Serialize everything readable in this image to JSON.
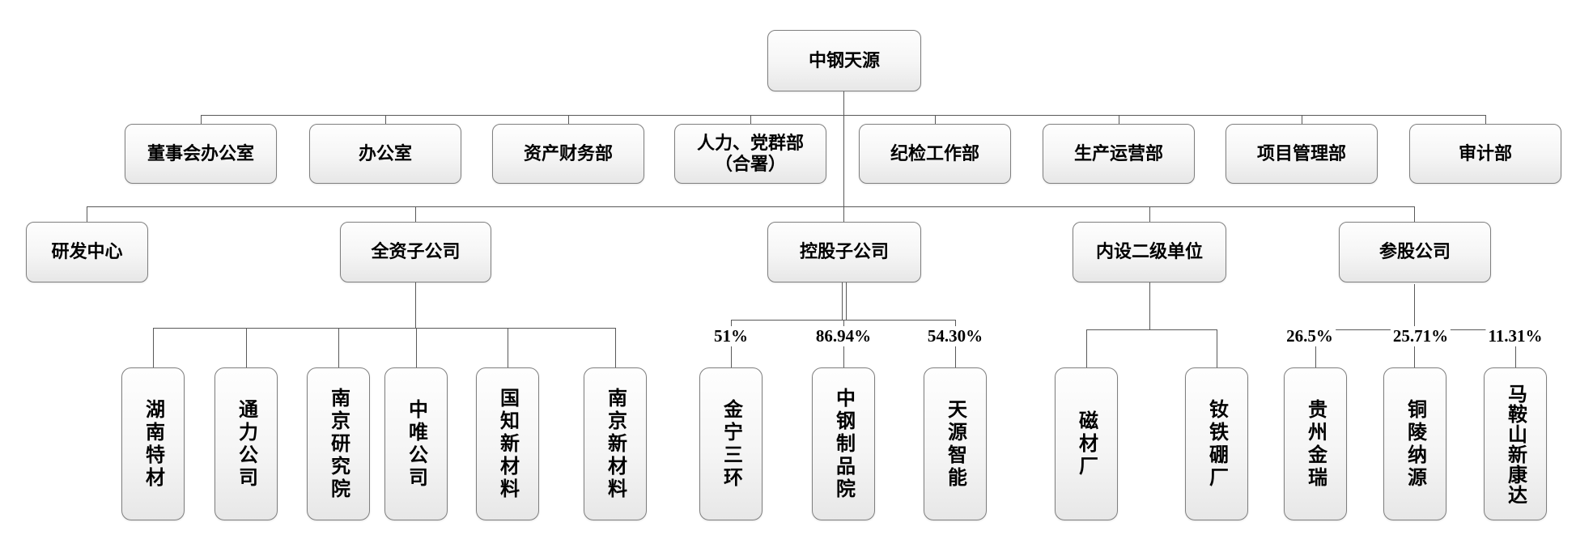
{
  "org": {
    "root": "中钢天源",
    "departments": [
      "董事会办公室",
      "办公室",
      "资产财务部",
      "人力、党群部\n（合署）",
      "纪检工作部",
      "生产运营部",
      "项目管理部",
      "审计部"
    ],
    "categories": [
      "研发中心",
      "全资子公司",
      "控股子公司",
      "内设二级单位",
      "参股公司"
    ],
    "wholly_owned_subsidiaries": [
      "湖南特材",
      "通力公司",
      "南京研究院",
      "中唯公司",
      "国知新材料",
      "南京新材料"
    ],
    "holding_subsidiaries": [
      {
        "name": "金宁三环",
        "share": "51%"
      },
      {
        "name": "中钢制品院",
        "share": "86.94%"
      },
      {
        "name": "天源智能",
        "share": "54.30%"
      }
    ],
    "internal_units": [
      "磁材厂",
      "钕铁硼厂"
    ],
    "equity_companies": [
      {
        "name": "贵州金瑞",
        "share": "26.5%"
      },
      {
        "name": "铜陵纳源",
        "share": "25.71%"
      },
      {
        "name": "马鞍山新康达",
        "share": "11.31%"
      }
    ],
    "colors": {
      "background": "#ffffff",
      "box_border": "#7f7f7f",
      "box_fill_top": "#fefefe",
      "box_fill_bottom": "#e7e7e7",
      "connector": "#595959",
      "text": "#000000"
    }
  }
}
